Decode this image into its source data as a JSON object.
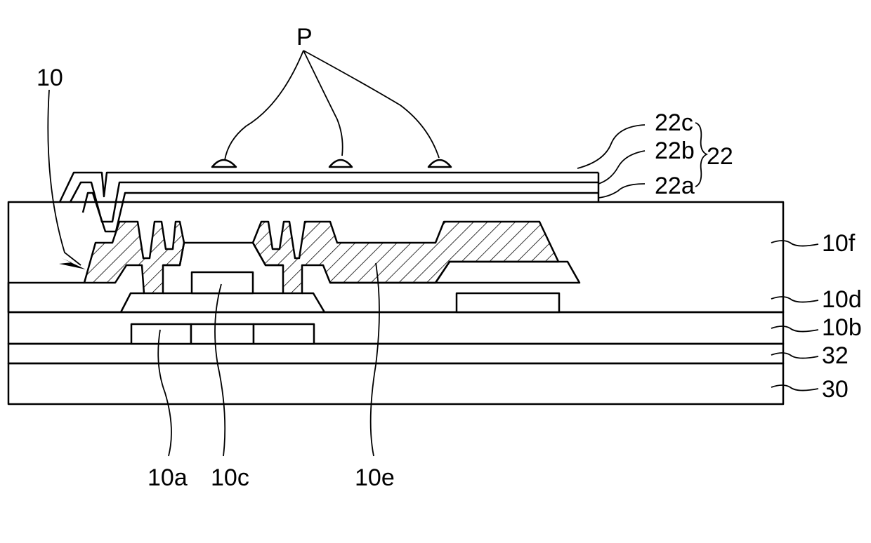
{
  "figure": {
    "labels": {
      "p": "P",
      "device": "10",
      "layer_22c": "22c",
      "layer_22b": "22b",
      "layer_22a": "22a",
      "group_22": "22",
      "layer_10f": "10f",
      "layer_10d": "10d",
      "layer_10b": "10b",
      "layer_32": "32",
      "layer_30": "30",
      "part_10a": "10a",
      "part_10c": "10c",
      "part_10e": "10e"
    },
    "colors": {
      "stroke": "#000000",
      "background": "#ffffff"
    }
  }
}
